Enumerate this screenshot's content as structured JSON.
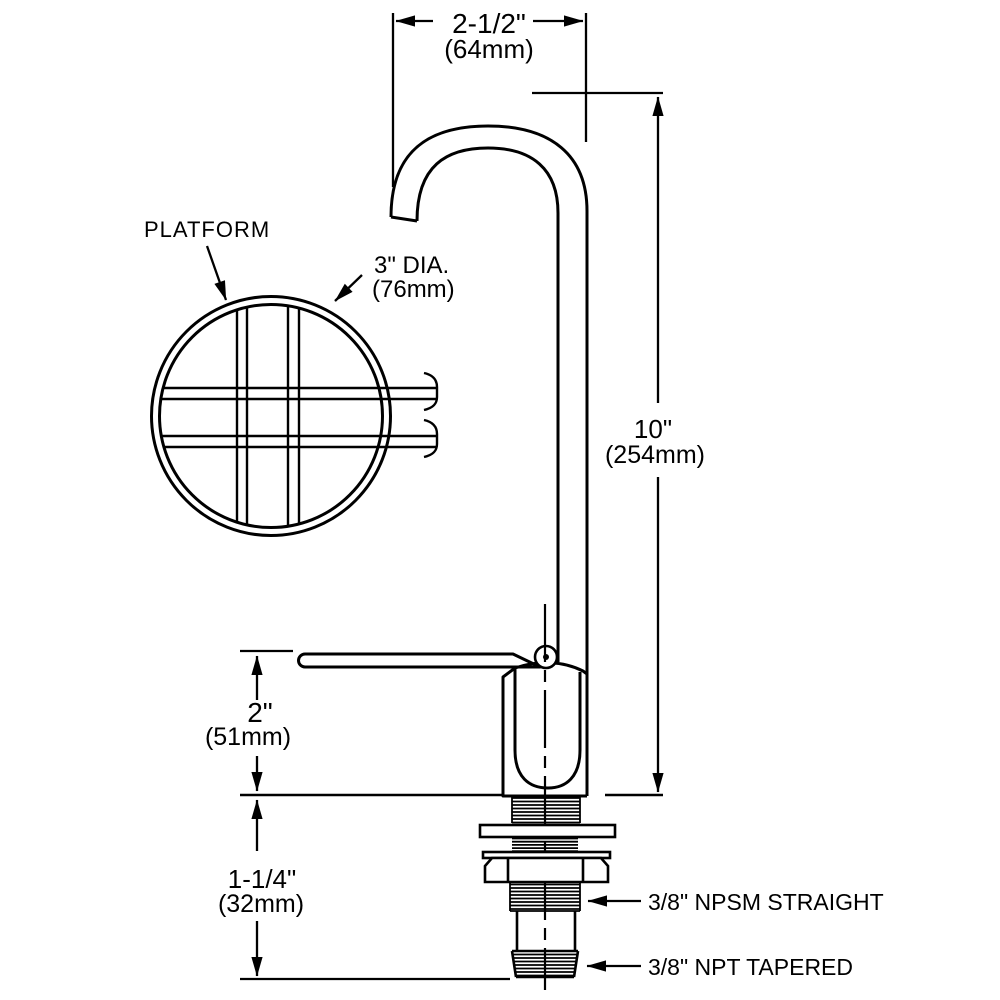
{
  "drawing": {
    "colors": {
      "ink": "#000000",
      "background": "#ffffff"
    },
    "dimensions": {
      "spout_width": {
        "imperial": "2-1/2\"",
        "metric": "(64mm)"
      },
      "overall_height": {
        "imperial": "10\"",
        "metric": "(254mm)"
      },
      "body_height": {
        "imperial": "2\"",
        "metric": "(51mm)"
      },
      "shank_length": {
        "imperial": "1-1/4\"",
        "metric": "(32mm)"
      },
      "platform_diameter": {
        "imperial": "3\" DIA.",
        "metric": "(76mm)"
      }
    },
    "labels": {
      "platform": "PLATFORM",
      "upper_thread": "3/8\" NPSM STRAIGHT",
      "lower_thread": "3/8\" NPT TAPERED"
    }
  }
}
